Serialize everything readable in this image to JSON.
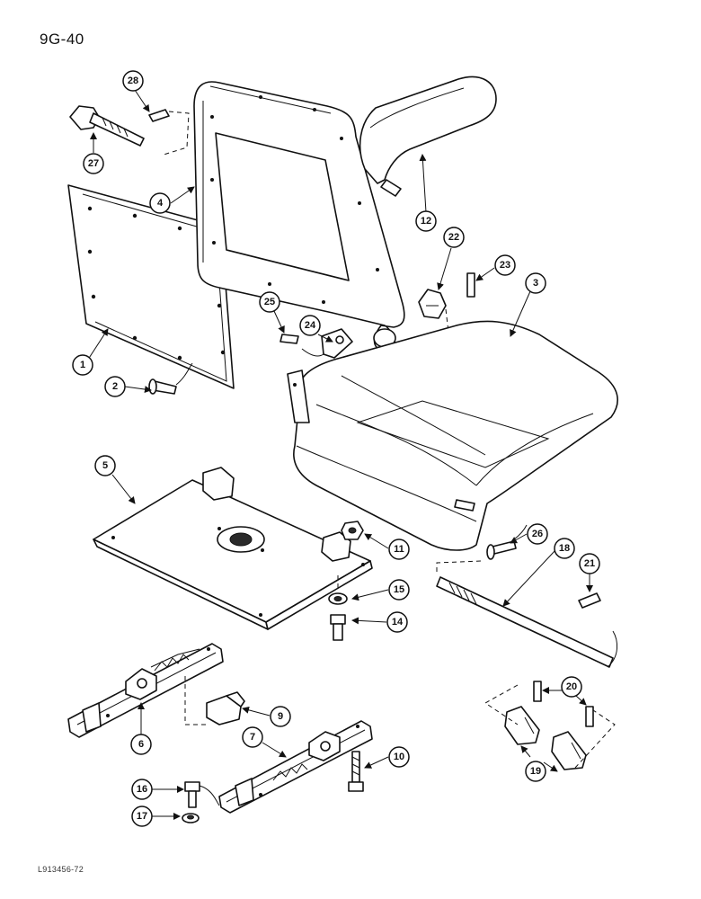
{
  "page_code": "9G-40",
  "figure_code": "L913456-72",
  "callouts": [
    "1",
    "2",
    "3",
    "4",
    "5",
    "6",
    "7",
    "9",
    "10",
    "11",
    "12",
    "14",
    "15",
    "16",
    "17",
    "18",
    "19",
    "20",
    "21",
    "22",
    "23",
    "24",
    "25",
    "26",
    "27",
    "28"
  ]
}
